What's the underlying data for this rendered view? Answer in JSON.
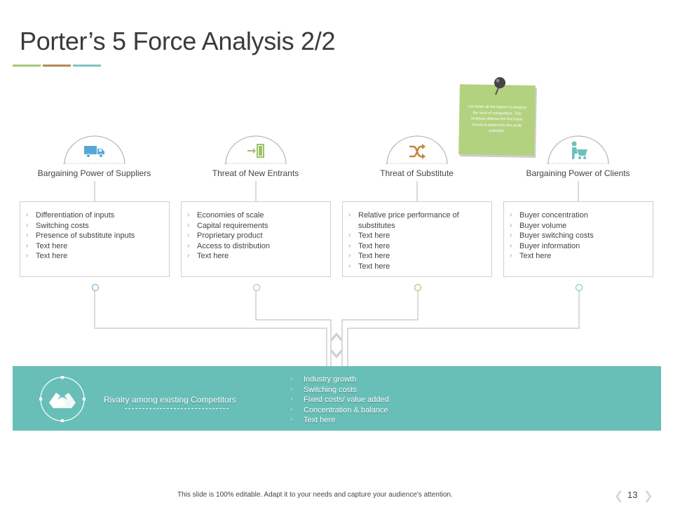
{
  "title": "Porter’s 5 Force Analysis 2/2",
  "colors": {
    "accent_green": "#a9c77a",
    "accent_brown": "#b48a59",
    "accent_teal": "#7ec4c3",
    "band": "#68bfb8",
    "note": "#b3d27f"
  },
  "forces": [
    {
      "label": "Bargaining Power of Suppliers",
      "icon": "truck-icon",
      "icon_color": "#5aa7d6",
      "dot_color": "#5aa7d6",
      "items": [
        "Differentiation of inputs",
        "Switching costs",
        "Presence of substitute inputs",
        "Text here",
        "Text here"
      ]
    },
    {
      "label": "Threat of New Entrants",
      "icon": "enter-door-icon",
      "icon_color": "#9cc36a",
      "dot_color": "#9cc36a",
      "items": [
        "Economies of scale",
        "Capital requirements",
        "Proprietary product",
        "Access to distribution",
        "Text here"
      ]
    },
    {
      "label": "Threat of Substitute",
      "icon": "shuffle-icon",
      "icon_color": "#c4873d",
      "dot_color": "#c4a24a",
      "items": [
        "Relative price performance of",
        "substitutes",
        "Text here",
        "Text here",
        "Text here",
        "Text here"
      ]
    },
    {
      "label": "Bargaining Power of Clients",
      "icon": "shopping-cart-person-icon",
      "icon_color": "#6fbfbd",
      "dot_color": "#6fbfbd",
      "items": [
        "Buyer concentration",
        "Buyer volume",
        "Buyer switching costs",
        "Buyer information",
        "Text here"
      ]
    }
  ],
  "note": {
    "text": "List down all the factors to analyze the level of competition. This template defines the five basic forces to determine the profit potential."
  },
  "rivalry": {
    "title": "Rivalry among existing Competitors",
    "icon": "handshake-icon",
    "items": [
      "Industry growth",
      "Switching costs",
      "Fixed costs/ value added",
      "Concentration & balance",
      "Text here"
    ]
  },
  "footer": {
    "text": "This slide is 100% editable. Adapt  it to your needs and capture your audience's attention.",
    "page_number": "13"
  }
}
